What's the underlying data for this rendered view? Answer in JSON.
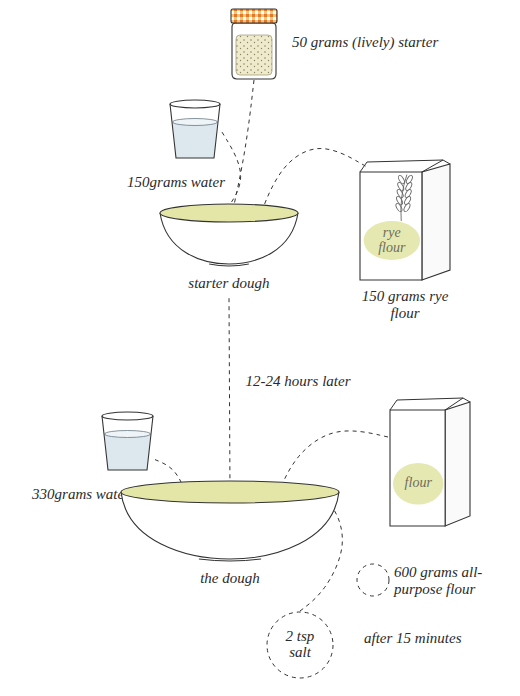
{
  "diagram": {
    "nodes": [
      {
        "text": [
          "150grams water"
        ]
      },
      {
        "text": [
          "50 grams (lively) starter"
        ]
      },
      {
        "text": [
          "starter dough"
        ]
      },
      {
        "text": [
          "rye flour",
          "150 grams rye flour"
        ]
      },
      {
        "text": [
          "330grams water"
        ]
      },
      {
        "text": [
          "the dough"
        ]
      },
      {
        "text": [
          "flour",
          "600 grams all-purpose flour"
        ]
      },
      {
        "text": [
          "2 tsp salt"
        ]
      }
    ],
    "edges": [
      {
        "from": 0,
        "to": 2,
        "arrow": "none"
      },
      {
        "from": 1,
        "to": 2,
        "arrow": "none"
      },
      {
        "from": 3,
        "to": 2,
        "arrow": "none"
      },
      {
        "from": 2,
        "to": 5,
        "label": "12-24 hours later",
        "arrow": "none"
      },
      {
        "from": 4,
        "to": 5,
        "arrow": "none"
      },
      {
        "from": 6,
        "to": 5,
        "arrow": "none"
      },
      {
        "from": 7,
        "to": 5,
        "arrow": "none"
      }
    ],
    "labels": [
      "after 15 minutes"
    ]
  }
}
